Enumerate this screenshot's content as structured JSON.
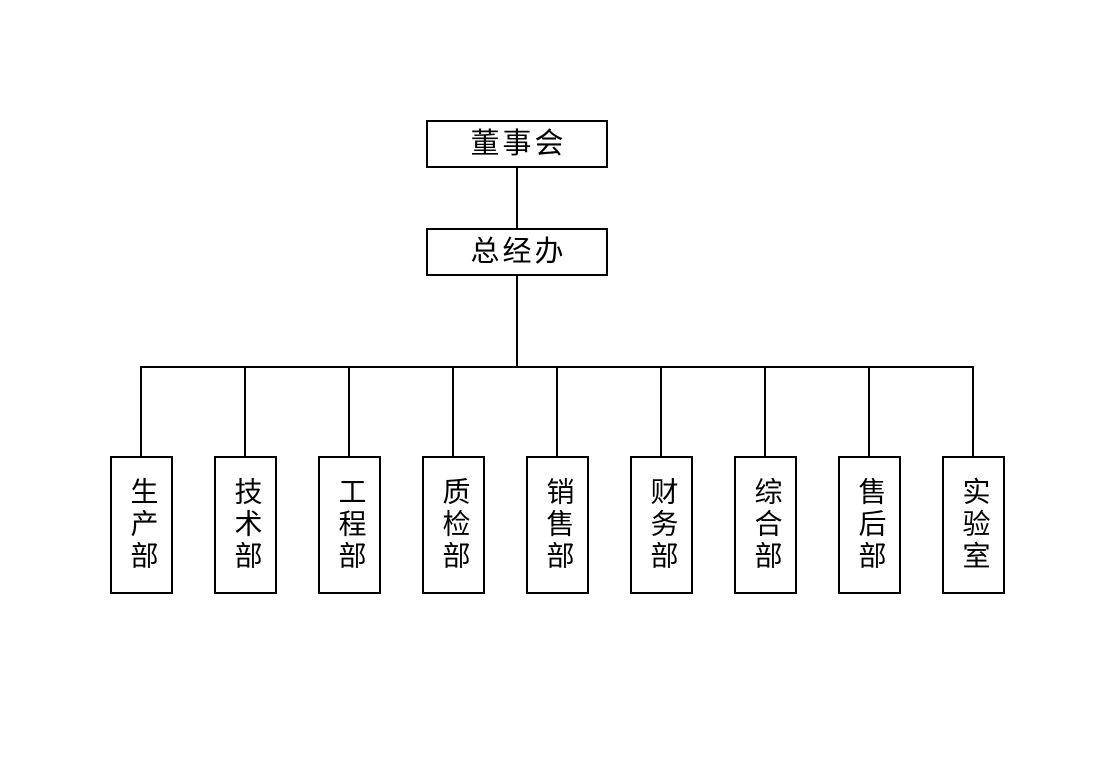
{
  "org_chart": {
    "title_hint": "company-organization-chart",
    "root": "董事会",
    "office": "总经办",
    "departments": [
      "生产部",
      "技术部",
      "工程部",
      "质检部",
      "销售部",
      "财务部",
      "综合部",
      "售后部",
      "实验室"
    ],
    "colors": {
      "background": "#ffffff",
      "line": "#000000",
      "text": "#000000",
      "box_fill": "#ffffff"
    }
  }
}
